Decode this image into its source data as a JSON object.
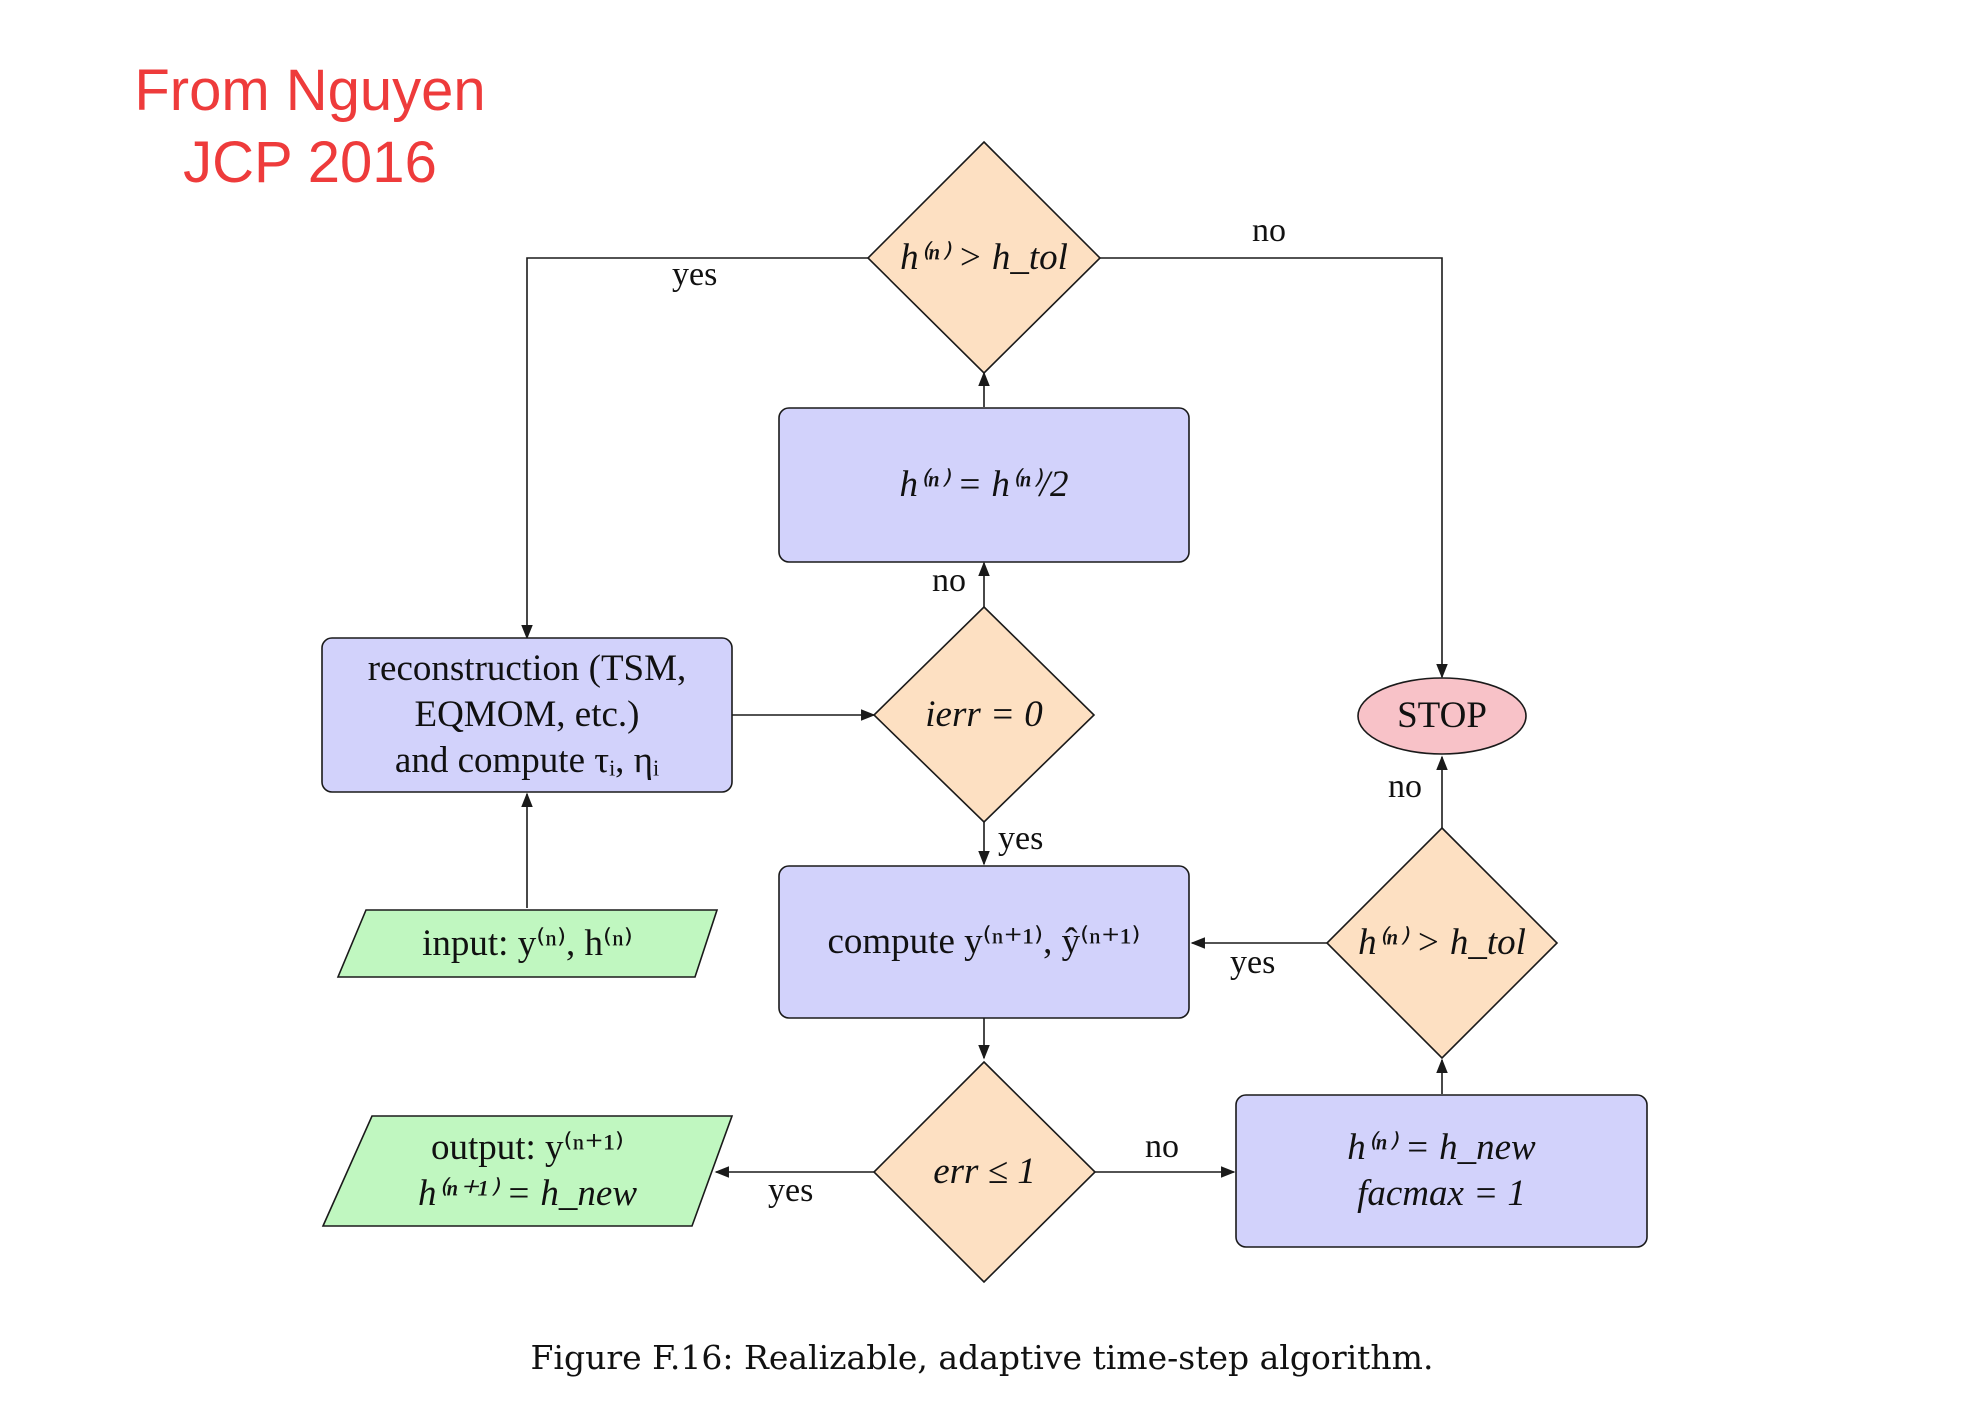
{
  "note": {
    "line1": "From Nguyen",
    "line2": "JCP 2016"
  },
  "caption": "Figure F.16: Realizable, adaptive time-step algorithm.",
  "colors": {
    "process_fill": "#d2d2fb",
    "decision_fill": "#fde0c2",
    "io_fill": "#c0f7c0",
    "stop_fill": "#f8c2c8",
    "stroke": "#1a1a1a",
    "note": "#ee3b3b"
  },
  "nodes": {
    "decision_top": "h⁽ⁿ⁾ > h_tol",
    "halve_step": "h⁽ⁿ⁾ = h⁽ⁿ⁾/2",
    "reconstruction_line1": "reconstruction (TSM,",
    "reconstruction_line2": "EQMOM, etc.)",
    "reconstruction_line3": "and compute τᵢ, ηᵢ",
    "ierr_check": "ierr = 0",
    "stop": "STOP",
    "input": "input: y⁽ⁿ⁾, h⁽ⁿ⁾",
    "compute": "compute y⁽ⁿ⁺¹⁾, ŷ⁽ⁿ⁺¹⁾",
    "decision_right": "h⁽ⁿ⁾ > h_tol",
    "output_line1": "output: y⁽ⁿ⁺¹⁾",
    "output_line2": "h⁽ⁿ⁺¹⁾ = h_new",
    "err_check": "err ≤ 1",
    "update_line1": "h⁽ⁿ⁾ = h_new",
    "update_line2": "facmax = 1"
  },
  "edge_labels": {
    "top_yes": "yes",
    "top_no": "no",
    "ierr_no": "no",
    "ierr_yes": "yes",
    "right_no": "no",
    "right_yes": "yes",
    "err_no": "no",
    "err_yes": "yes"
  }
}
